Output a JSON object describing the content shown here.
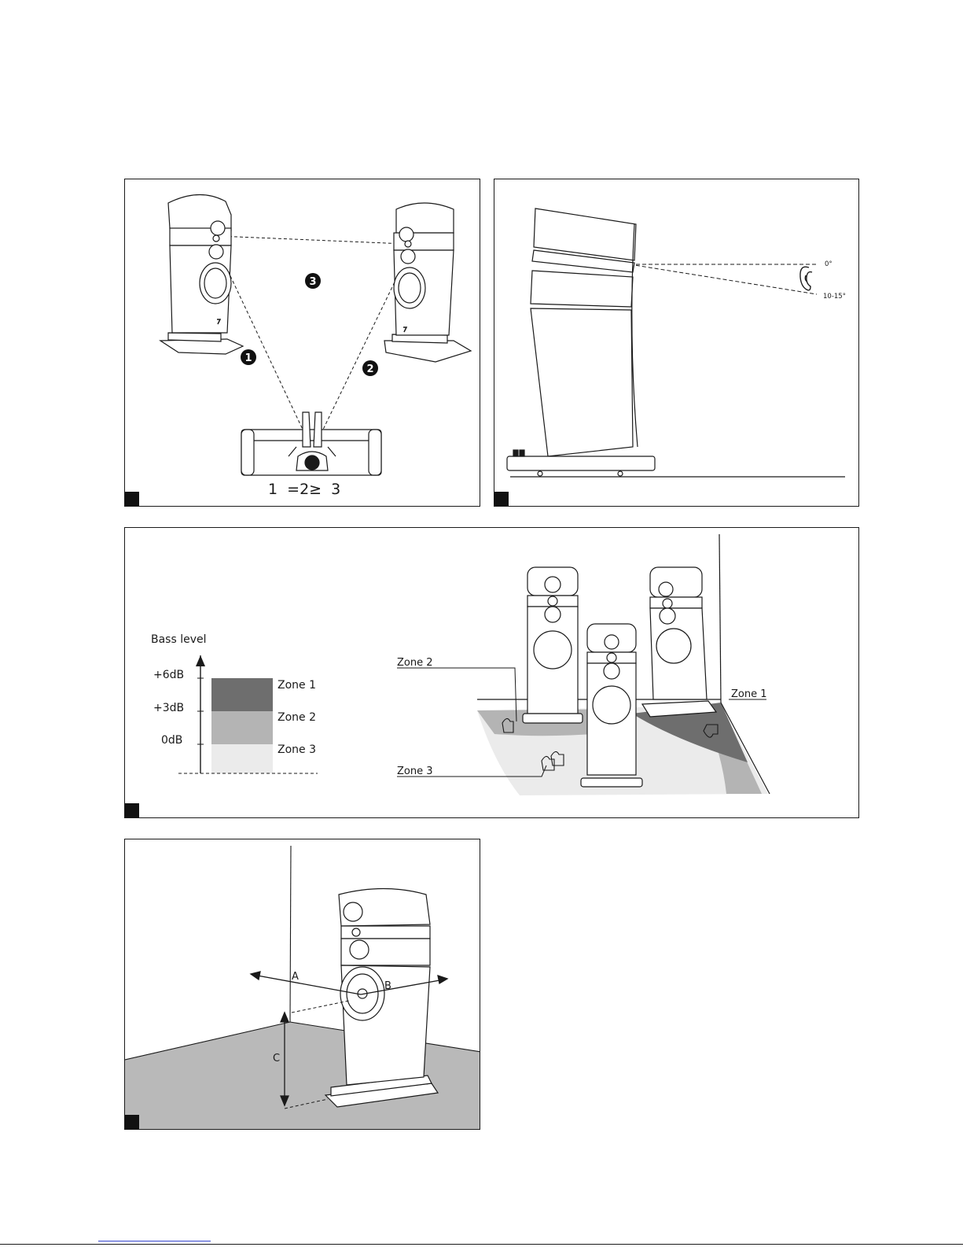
{
  "figure1": {
    "markers": [
      "1",
      "2",
      "3"
    ],
    "equation": "1  =2≥  3"
  },
  "figure2": {
    "angle_top": "0°",
    "angle_bottom": "10-15°"
  },
  "figure3": {
    "chart_title": "Bass level",
    "y_ticks": [
      "+6dB",
      "+3dB",
      "0dB"
    ],
    "zones": [
      "Zone 1",
      "Zone 2",
      "Zone 3"
    ],
    "room_labels": [
      "Zone 2",
      "Zone 3",
      "Zone 1"
    ]
  },
  "figure4": {
    "dimension_labels": [
      "A",
      "B",
      "C"
    ]
  },
  "colors": {
    "zone1": "#6e6e6e",
    "zone2": "#b4b4b4",
    "zone3": "#ebebeb",
    "line": "#1a1a1a"
  }
}
